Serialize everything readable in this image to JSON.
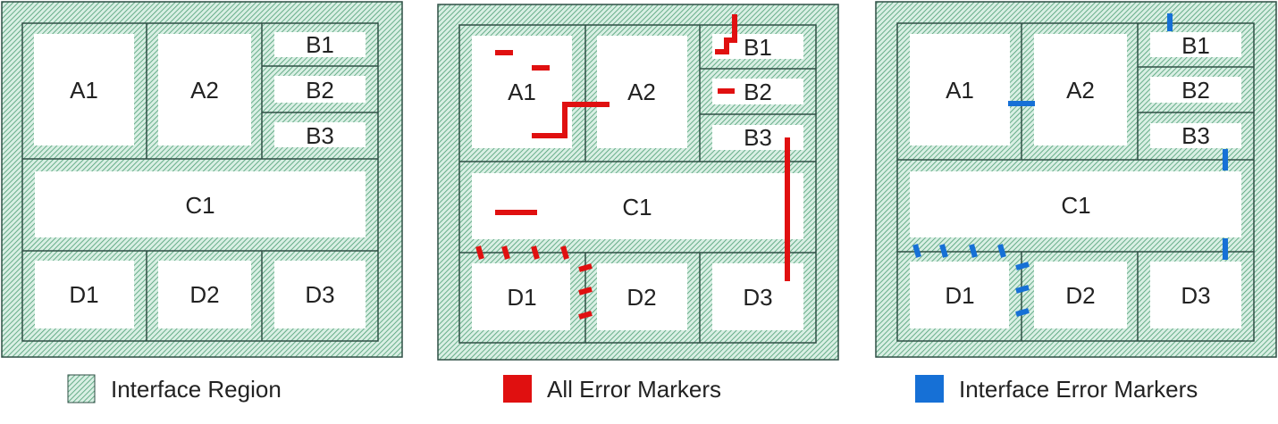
{
  "colors": {
    "interface_hatch_bg": "#d9efe4",
    "interface_hatch_line": "#4c9e73",
    "border": "#2f4f45",
    "cell_fill": "#ffffff",
    "error_red": "#e01010",
    "error_blue": "#1670d6"
  },
  "panels": [
    {
      "name": "interface-region-layout",
      "cells": {
        "a1": "A1",
        "a2": "A2",
        "b1": "B1",
        "b2": "B2",
        "b3": "B3",
        "c1": "C1",
        "d1": "D1",
        "d2": "D2",
        "d3": "D3"
      },
      "markers": "none"
    },
    {
      "name": "all-error-markers-layout",
      "cells": {
        "a1": "A1",
        "a2": "A2",
        "b1": "B1",
        "b2": "B2",
        "b3": "B3",
        "c1": "C1",
        "d1": "D1",
        "d2": "D2",
        "d3": "D3"
      },
      "markers": "red"
    },
    {
      "name": "interface-error-markers-layout",
      "cells": {
        "a1": "A1",
        "a2": "A2",
        "b1": "B1",
        "b2": "B2",
        "b3": "B3",
        "c1": "C1",
        "d1": "D1",
        "d2": "D2",
        "d3": "D3"
      },
      "markers": "blue"
    }
  ],
  "legend": [
    {
      "label": "Interface Region",
      "swatch": "hatch"
    },
    {
      "label": "All Error Markers",
      "swatch": "#e01010"
    },
    {
      "label": "Interface Error Markers",
      "swatch": "#1670d6"
    }
  ]
}
